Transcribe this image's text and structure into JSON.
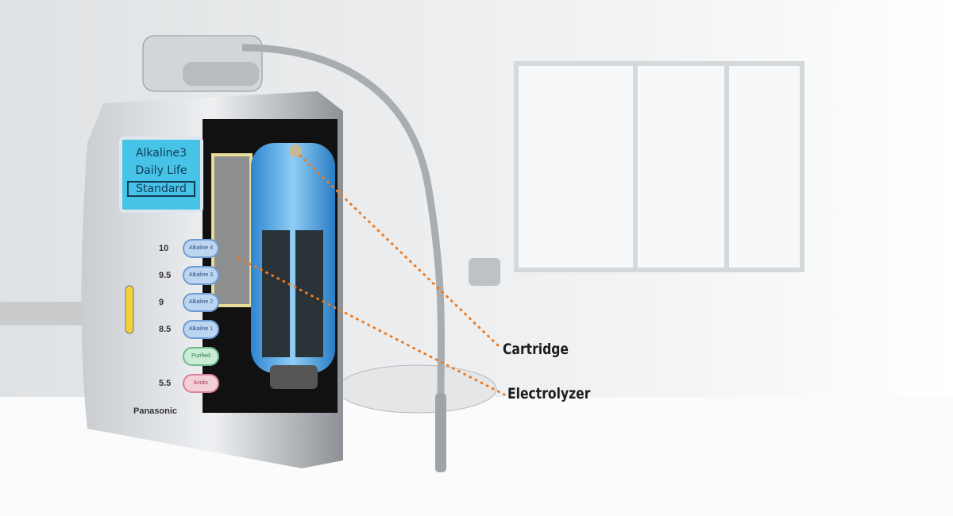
{
  "device": {
    "brand": "Panasonic",
    "display": {
      "line1": "Alkaline3",
      "line2": "Daily Life",
      "line3": "Standard"
    },
    "levels": [
      {
        "value": "10",
        "button": "Alkaline 4"
      },
      {
        "value": "9.5",
        "button": "Alkaline 3"
      },
      {
        "value": "9",
        "button": "Alkaline 2"
      },
      {
        "value": "8.5",
        "button": "Alkaline 1"
      },
      {
        "value": "",
        "button": "Purified"
      },
      {
        "value": "5.5",
        "button": "Acidic"
      }
    ]
  },
  "callouts": [
    {
      "label": "Cartridge"
    },
    {
      "label": "Electrolyzer"
    }
  ],
  "colors": {
    "callout_line": "#f07a1e",
    "cartridge": "#3a9be0",
    "display": "#47c3e8"
  }
}
